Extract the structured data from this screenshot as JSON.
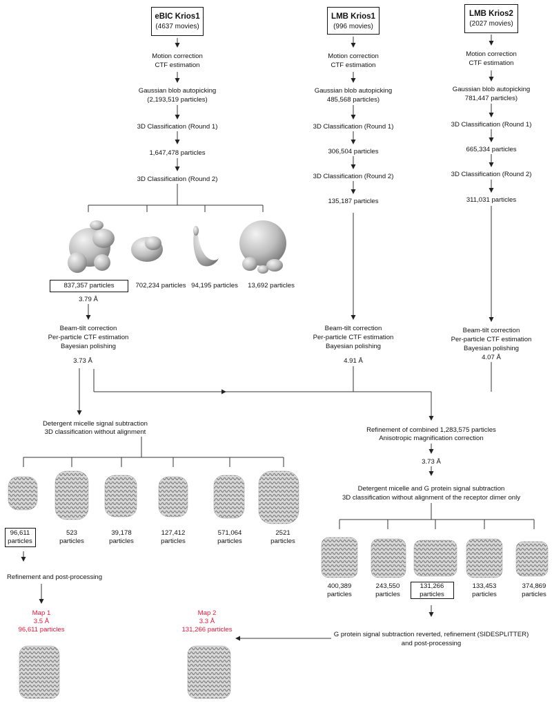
{
  "diagram": {
    "sources": [
      {
        "name": "eBIC Krios1",
        "movies": "(4637 movies)"
      },
      {
        "name": "LMB Krios1",
        "movies": "(996 movies)"
      },
      {
        "name": "LMB Krios2",
        "movies": "(2027 movies)"
      }
    ],
    "col1": {
      "motion": "Motion correction",
      "ctf": "CTF estimation",
      "autopick": "Gaussian blob autopicking",
      "autopick_count": "(2,193,519 particles)",
      "class1": "3D Classification (Round 1)",
      "after_class1": "1,647,478 particles",
      "class2": "3D Classification (Round 2)",
      "classes": [
        "837,357 particles",
        "702,234 particles",
        "94,195 particles",
        "13,692 particles"
      ],
      "resolution1": "3.79 Å",
      "beam": "Beam-tilt correction",
      "perctf": "Per-particle CTF estimation",
      "polish": "Bayesian polishing",
      "resolution2": "3.73 Å",
      "subtract": "Detergent micelle signal subtraction",
      "classify": "3D classification without alignment",
      "sub_classes": [
        {
          "count": "96,611",
          "unit": "particles"
        },
        {
          "count": "523",
          "unit": "particles"
        },
        {
          "count": "39,178",
          "unit": "particles"
        },
        {
          "count": "127,412",
          "unit": "particles"
        },
        {
          "count": "571,064",
          "unit": "particles"
        },
        {
          "count": "2521",
          "unit": "particles"
        }
      ],
      "refine": "Refinement and post-processing"
    },
    "col2": {
      "motion": "Motion correction",
      "ctf": "CTF estimation",
      "autopick": "Gaussian blob autopicking",
      "autopick_count": "485,568 particles)",
      "class1": "3D Classification (Round 1)",
      "after_class1": "306,504 particles",
      "class2": "3D Classification (Round 2)",
      "after_class2": "135,187 particles",
      "beam": "Beam-tilt correction",
      "perctf": "Per-particle CTF estimation",
      "polish": "Bayesian polishing",
      "resolution": "4.91 Å"
    },
    "col3": {
      "motion": "Motion correction",
      "ctf": "CTF estimation",
      "autopick": "Gaussian blob autopicking",
      "autopick_count": "781,447 particles)",
      "class1": "3D Classification (Round 1)",
      "after_class1": "665,334 particles",
      "class2": "3D Classification (Round 2)",
      "after_class2": "311,031 particles",
      "beam": "Beam-tilt correction",
      "perctf": "Per-particle CTF estimation",
      "polish": "Bayesian polishing",
      "resolution": "4.07 Å"
    },
    "combined": {
      "refine": "Refinement of combined 1,283,575 particles",
      "aniso": "Anisotropic magnification correction",
      "resolution": "3.73 Å",
      "subtract": "Detergent micelle and G protein signal subtraction",
      "classify": "3D classification without alignment of the receptor dimer only",
      "sub_classes": [
        {
          "count": "400,389",
          "unit": "particles"
        },
        {
          "count": "243,550",
          "unit": "particles"
        },
        {
          "count": "131,266",
          "unit": "particles"
        },
        {
          "count": "133,453",
          "unit": "particles"
        },
        {
          "count": "374,869",
          "unit": "particles"
        }
      ],
      "revert": "G protein signal subtraction reverted, refinement (SIDESPLITTER)",
      "post": "and post-processing"
    },
    "maps": [
      {
        "name": "Map 1",
        "resolution": "3.5 Å",
        "particles": "96,611 particles"
      },
      {
        "name": "Map 2",
        "resolution": "3.3 Å",
        "particles": "131,266 particles"
      }
    ],
    "colors": {
      "map_label": "#e8173a",
      "line": "#333333",
      "density": "#b9b9b9"
    }
  }
}
